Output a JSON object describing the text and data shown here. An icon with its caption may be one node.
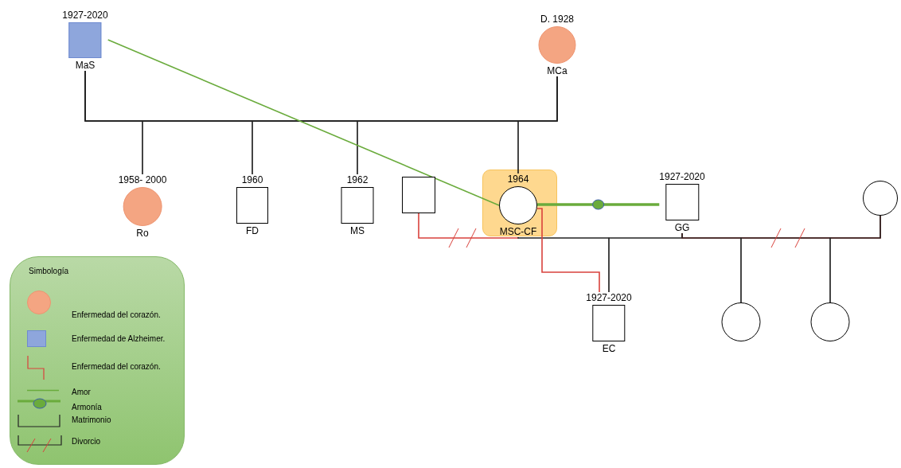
{
  "diagram": {
    "nodes": [
      {
        "text": [],
        "shape": "box",
        "beside": [
          "1927-2020",
          "MaS"
        ]
      },
      {
        "text": [],
        "shape": "circle",
        "beside": [
          "D. 1928",
          "MCa"
        ]
      },
      {
        "text": [],
        "shape": "circle",
        "beside": [
          "1958- 2000",
          "Ro"
        ]
      },
      {
        "text": [],
        "shape": "box",
        "beside": [
          "1960",
          "FD"
        ]
      },
      {
        "text": [],
        "shape": "box",
        "beside": [
          "1962",
          "MS"
        ]
      },
      {
        "text": [],
        "shape": "box"
      },
      {
        "text": [],
        "shape": "box"
      },
      {
        "text": [],
        "shape": "circle",
        "in": 6,
        "beside": [
          "1964",
          "MSC-CF"
        ]
      },
      {
        "text": [],
        "shape": "box",
        "beside": [
          "1927-2020",
          "GG"
        ]
      },
      {
        "text": [],
        "shape": "circle"
      },
      {
        "text": [],
        "shape": "box",
        "beside": [
          "1927-2020",
          "EC"
        ]
      },
      {
        "text": [],
        "shape": "circle"
      },
      {
        "text": [],
        "shape": "circle"
      }
    ],
    "edges": [
      {
        "from": 0,
        "to": 1,
        "arrow": "none"
      },
      {
        "from": 0,
        "to": 2,
        "arrow": "none"
      },
      {
        "from": 1,
        "to": 2,
        "arrow": "none"
      },
      {
        "from": 0,
        "to": 3,
        "arrow": "none"
      },
      {
        "from": 1,
        "to": 3,
        "arrow": "none"
      },
      {
        "from": 0,
        "to": 4,
        "arrow": "none"
      },
      {
        "from": 1,
        "to": 4,
        "arrow": "none"
      },
      {
        "from": 0,
        "to": 7,
        "arrow": "none"
      },
      {
        "from": 1,
        "to": 7,
        "arrow": "none"
      },
      {
        "from": 5,
        "to": 7,
        "arrow": "none",
        "color": "#d9423c"
      },
      {
        "from": 7,
        "to": 8,
        "arrow": "none"
      },
      {
        "from": 7,
        "to": 10,
        "arrow": "none"
      },
      {
        "from": 8,
        "to": 10,
        "arrow": "none"
      },
      {
        "from": 7,
        "to": 10,
        "arrow": "none",
        "color": "#d9423c"
      },
      {
        "from": 8,
        "to": 9,
        "arrow": "none",
        "color": "#d9423c"
      },
      {
        "from": 8,
        "to": 11,
        "arrow": "none"
      },
      {
        "from": 9,
        "to": 11,
        "arrow": "none"
      },
      {
        "from": 8,
        "to": 12,
        "arrow": "none"
      },
      {
        "from": 9,
        "to": 12,
        "arrow": "none"
      },
      {
        "from": 0,
        "to": 7,
        "arrow": "none",
        "color": "#6aab3c"
      },
      {
        "from": 7,
        "to": 8,
        "arrow": "none",
        "style": "thick",
        "color": "#6aab3c"
      }
    ],
    "labels": [
      "Simbología"
    ],
    "legend": [
      {
        "text": "Enfermedad del corazón.",
        "color": "#f4a582"
      },
      {
        "text": "Enfermedad de Alzheimer.",
        "color": "#8ea6dc"
      },
      {
        "text": "Enfermedad del corazón."
      },
      {
        "text": "Amor"
      },
      {
        "text": "Armonía"
      },
      {
        "text": "Matrimonio"
      },
      {
        "text": "Divorcio"
      }
    ]
  }
}
